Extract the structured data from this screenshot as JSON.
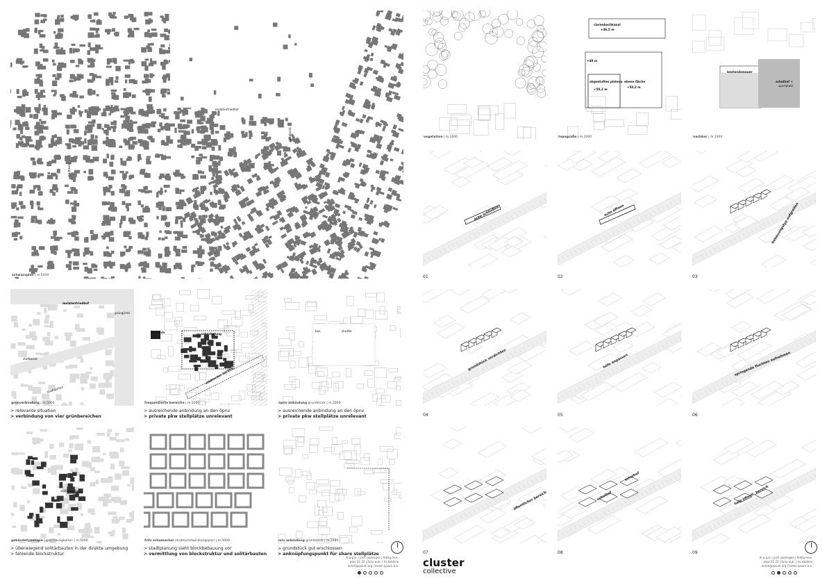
{
  "panels": {
    "schwarzplan": {
      "label": "schwarzplan",
      "scale": "m.5000",
      "street_a": "melatenfriedhof",
      "street_b": "gürtelpark",
      "street_c": "stadtwald"
    },
    "gruenverbindung": {
      "label": "grünverbindung",
      "scale": "m.5000",
      "ann1": "melatenfriedhof",
      "ann2": "grüngürtel",
      "ann3": "stadtwald",
      "ann4": "stadtgarten"
    },
    "frequentierte": {
      "label": "frequentierte bereiche",
      "scale": "m.5000",
      "ann1": "kirchlich",
      "ann2": "naherholung",
      "ann3": "städtischer bereich"
    },
    "oepnv": {
      "label": "öpnv anbindung",
      "sub": "grundstück",
      "scale": "m.2000",
      "ann1": "bus",
      "ann2": "shuttle"
    },
    "gebaeudetypologie": {
      "label": "gebäudetypologie",
      "sub": "geschossigkeiten",
      "scale": "m.5000",
      "ann1": "solitärbauten"
    },
    "stadtplanung": {
      "label": "fritz schumacher",
      "sub": "strukturentwicklungsplan",
      "scale": "m.5000"
    },
    "miv": {
      "label": "miv anbindung",
      "sub": "grundstück",
      "scale": "m.2000"
    },
    "vegetation": {
      "label": "vegetation",
      "scale": "m.1000"
    },
    "topografie": {
      "label": "topografie",
      "scale": "m.1000",
      "ann1": "clarenbachkanal",
      "ann1b": "+46,5 m",
      "ann2": "+49 m",
      "ann3": "abgestuftes plateau",
      "ann3b": "+50,2 m",
      "ann4": "ebene fläche",
      "ann4b": "+50,2 m"
    },
    "nachbar": {
      "label": "nachbar",
      "scale": "m.1000",
      "ann1": "bestandsmauer",
      "ann2": "schulhof +",
      "ann2b": "sportplatz"
    }
  },
  "captions": {
    "c1": {
      "line1": "> relevante situation",
      "line2": "> verbindung von vier grünbereichen"
    },
    "c2": {
      "line1": "> ausreichende anbindung an den öpnv",
      "line2": "> private pkw stellplätze unrelevant"
    },
    "c3": {
      "line1": "> ausreichende anbindung an den öpnv",
      "line2": "> private pkw stellplätze unrelevant"
    },
    "c4": {
      "line1": "> überwiegend solitärbauten in der direkte umgebung",
      "line2": "> fehlende blockstruktur"
    },
    "c5": {
      "line1": "> stadtplanung sieht blockbebauung vor",
      "line2": "> vermittlung von blockstruktur und solitärbauten"
    },
    "c6": {
      "line1": "> grundstück gut erschlossen",
      "line2": "> anknüpfungspunkt für share stellplätze"
    }
  },
  "steps": [
    {
      "num": "01",
      "label": "ecke schließen"
    },
    {
      "num": "02",
      "label": "ecke öffnen"
    },
    {
      "num": "03",
      "label": "bebauungstyp aufgreifen"
    },
    {
      "num": "04",
      "label": "grundstück verdichten"
    },
    {
      "num": "05",
      "label": "höfe anpassen"
    },
    {
      "num": "06",
      "label": "springende fluchten aufnehmen"
    },
    {
      "num": "07",
      "label": "öffentlicher bereich"
    },
    {
      "num": "08",
      "label": "schulhof"
    },
    {
      "num": "09",
      "label": "halb öffentl. bereich"
    }
  ],
  "step08_extra": "schulhof",
  "footer_left": {
    "brand1": "cluster",
    "brand2": "collective",
    "info1": "m.p.g.b. | prof. poensgen | fetzig mus.",
    "info2": "wise 21-22 | lb.tu.w.ar. | hs.koblenz",
    "info3": "lorem@ipsum.org | lorem ipsum b.a."
  },
  "footer_right": {
    "brand1": "cluster",
    "brand2": "collective",
    "info1": "m.p.g.b. | prof. poensgen | fetzig mus.",
    "info2": "wise 21-22 | lb.tu.w.ar. | hs.koblenz",
    "info3": "lorem@ipsum.org | lorem ipsum b.a."
  },
  "dots_left": [
    true,
    false,
    false,
    false,
    false
  ],
  "dots_right": [
    false,
    true,
    false,
    false,
    false
  ],
  "colors": {
    "building": "#777777",
    "grey_area": "#dcdcdc",
    "hatch": "#999999"
  }
}
